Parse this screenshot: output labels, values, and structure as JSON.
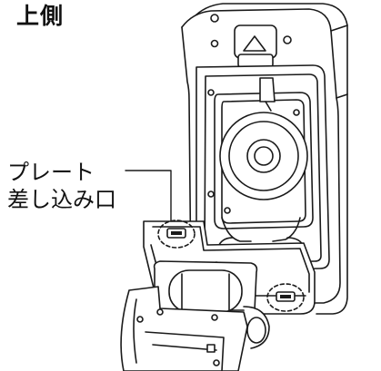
{
  "labels": {
    "top_side": "上側",
    "plate_line1": "プレート",
    "plate_line2": "差し込み口"
  },
  "colors": {
    "stroke": "#1a1a1a",
    "fill": "#ffffff",
    "shade": "#dcdcdc",
    "dark_shade": "#9a9a9a"
  },
  "icons": {
    "slot": "plate-slot-icon",
    "arrow": "eject-arrow-icon"
  }
}
